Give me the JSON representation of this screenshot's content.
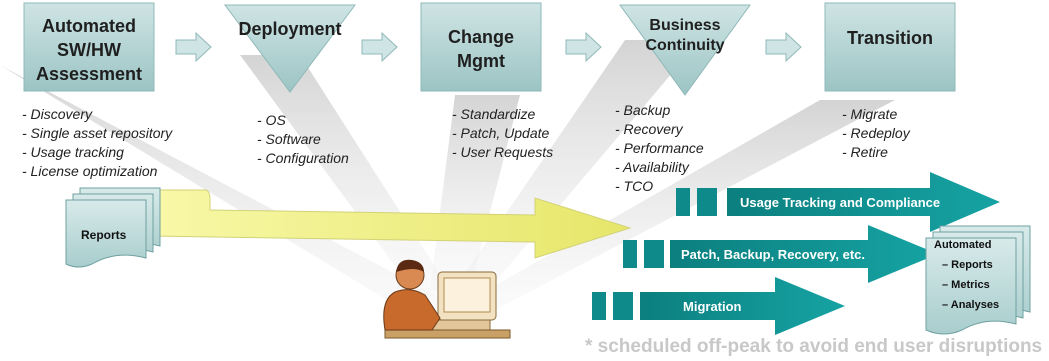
{
  "stages": [
    {
      "title_lines": [
        "Automated",
        "SW/HW",
        "Assessment"
      ],
      "bullets": [
        "- Discovery",
        "- Single asset repository",
        "- Usage tracking",
        "- License optimization"
      ]
    },
    {
      "title_lines": [
        "Deployment"
      ],
      "bullets": [
        "- OS",
        "- Software",
        "- Configuration"
      ]
    },
    {
      "title_lines": [
        "Change",
        "Mgmt"
      ],
      "bullets": [
        "- Standardize",
        "- Patch, Update",
        "- User Requests"
      ]
    },
    {
      "title_lines": [
        "Business",
        "Continuity"
      ],
      "bullets": [
        "- Backup",
        "- Recovery",
        "- Performance",
        "- Availability",
        "- TCO"
      ]
    },
    {
      "title_lines": [
        "Transition"
      ],
      "bullets": [
        "- Migrate",
        "- Redeploy",
        "- Retire"
      ]
    }
  ],
  "reports_label": "Reports",
  "streams": [
    "Usage Tracking and Compliance",
    "Patch, Backup,  Recovery, etc.",
    "Migration"
  ],
  "outputs": {
    "title": "Automated",
    "items": [
      "– Reports",
      "– Metrics",
      "– Analyses"
    ]
  },
  "footnote": "* scheduled off-peak to avoid end user disruptions",
  "colors": {
    "teal_light": "#a9cfcf",
    "teal_dark": "#0f8a8a",
    "stage_box": "#b8d6d6"
  }
}
